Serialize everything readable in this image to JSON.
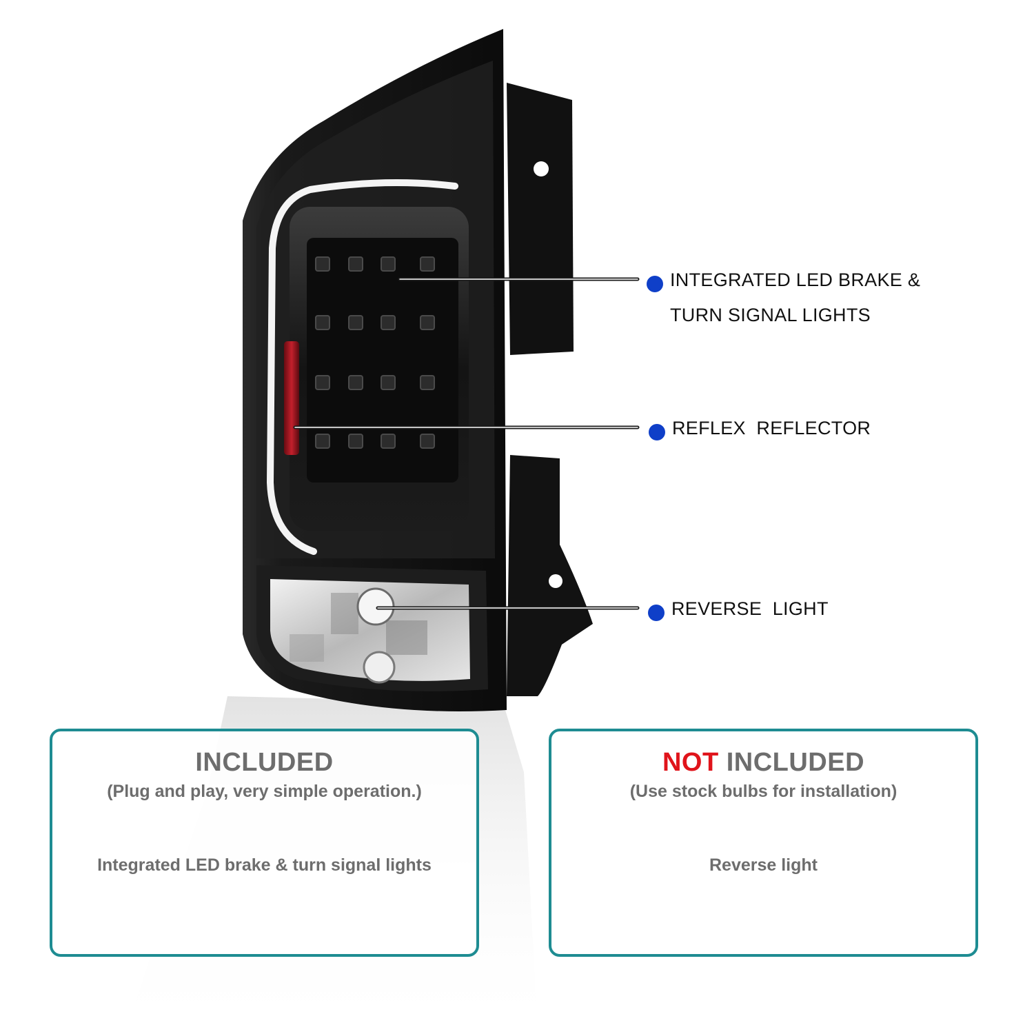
{
  "colors": {
    "dot": "#0f3fc8",
    "box_border": "#1e8c92",
    "not_red": "#e0141b",
    "box_text": "#6d6d6d"
  },
  "callouts": [
    {
      "icon": "blue-dot-icon",
      "lines": [
        "INTEGRATED LED BRAKE &",
        "TURN SIGNAL LIGHTS"
      ]
    },
    {
      "icon": "blue-dot-icon",
      "lines": [
        "REFLEX  REFLECTOR"
      ]
    },
    {
      "icon": "blue-dot-icon",
      "lines": [
        "REVERSE  LIGHT"
      ]
    }
  ],
  "included": {
    "title": "INCLUDED",
    "subtitle": "(Plug and play, very simple operation.)",
    "item": "Integrated LED brake & turn signal lights"
  },
  "not_included": {
    "title_neg": "NOT",
    "title_rest": " INCLUDED",
    "subtitle": "(Use stock bulbs for installation)",
    "item": "Reverse light"
  }
}
